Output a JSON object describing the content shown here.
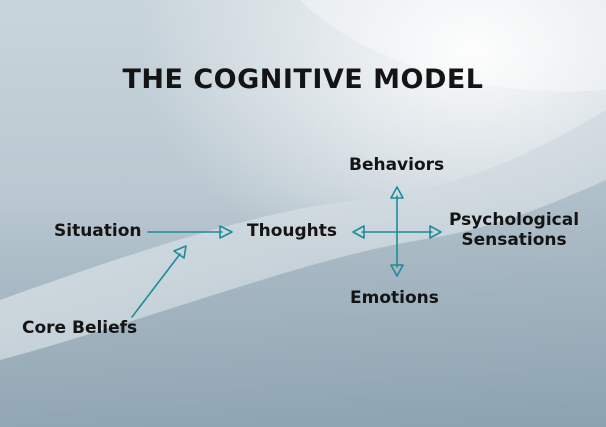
{
  "title": "THE COGNITIVE MODEL",
  "nodes": {
    "situation": "Situation",
    "thoughts": "Thoughts",
    "behaviors": "Behaviors",
    "emotions": "Emotions",
    "physiological_line1": "Psychological",
    "physiological_line2": "Sensations",
    "core_beliefs": "Core Beliefs"
  },
  "colors": {
    "arrow": "#1e8c9a",
    "text": "#141414"
  }
}
